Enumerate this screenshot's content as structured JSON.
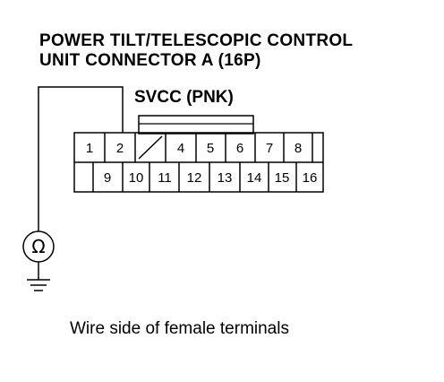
{
  "title": {
    "line1": "POWER TILT/TELESCOPIC CONTROL",
    "line2": "UNIT CONNECTOR A (16P)"
  },
  "wire_label": "SVCC (PNK)",
  "connector": {
    "top_row": [
      "1",
      "2",
      "",
      "4",
      "5",
      "6",
      "7",
      "8"
    ],
    "bottom_row": [
      "9",
      "10",
      "11",
      "12",
      "13",
      "14",
      "15",
      "16"
    ]
  },
  "meter_symbol": "Ω",
  "caption": "Wire side of female terminals"
}
